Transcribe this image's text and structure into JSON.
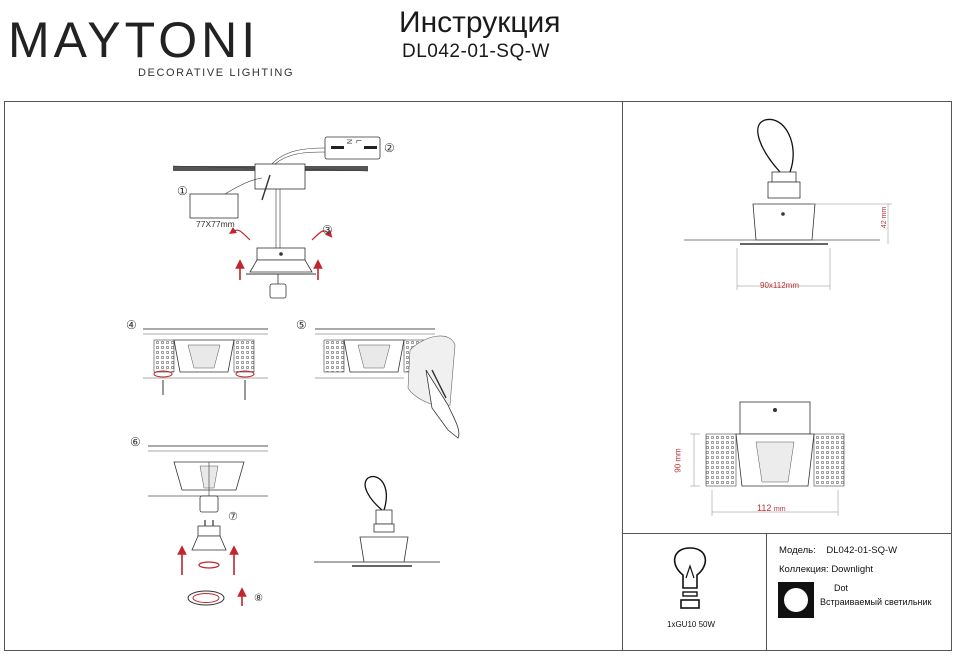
{
  "header": {
    "brand": "MAYTONI",
    "brand_tagline": "DECORATIVE LIGHTING",
    "title": "Инструкция",
    "model_code": "DL042-01-SQ-W"
  },
  "steps": {
    "s1": "①",
    "s2": "②",
    "s3": "③",
    "s4": "④",
    "s5": "⑤",
    "s6": "⑥",
    "s7": "⑦",
    "s8": "⑧"
  },
  "labels": {
    "cutout": "77X77mm",
    "terminal_L": "L",
    "terminal_N": "N",
    "width_top": "90x112mm",
    "height_side": "42 mm",
    "dim_bottom": "112",
    "dim_bottom_unit": "mm",
    "dim_side": "90 mm"
  },
  "info": {
    "lamp_spec": "1xGU10 50W",
    "model_label": "Модель:",
    "model_value": "DL042-01-SQ-W",
    "collection_label": "Коллекция:",
    "collection_value": "Downlight",
    "series_value": "Dot",
    "type_value": "Встраиваемый светильник"
  },
  "colors": {
    "arrow_red": "#c0262d",
    "line": "#555555",
    "text": "#1a1a1a"
  },
  "icons": [
    "bulb-icon",
    "ip-square-icon"
  ]
}
